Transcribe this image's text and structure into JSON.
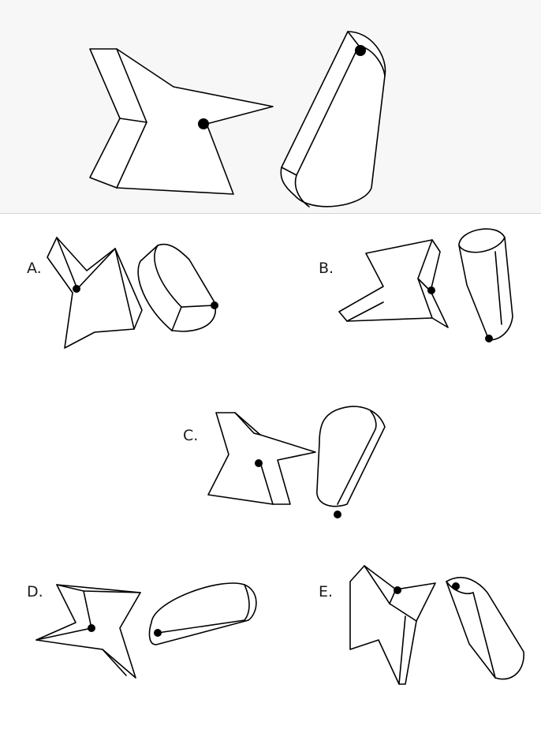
{
  "options": [
    {
      "id": "A",
      "label": "A."
    },
    {
      "id": "B",
      "label": "B."
    },
    {
      "id": "C",
      "label": "C."
    },
    {
      "id": "D",
      "label": "D."
    },
    {
      "id": "E",
      "label": "E."
    }
  ]
}
